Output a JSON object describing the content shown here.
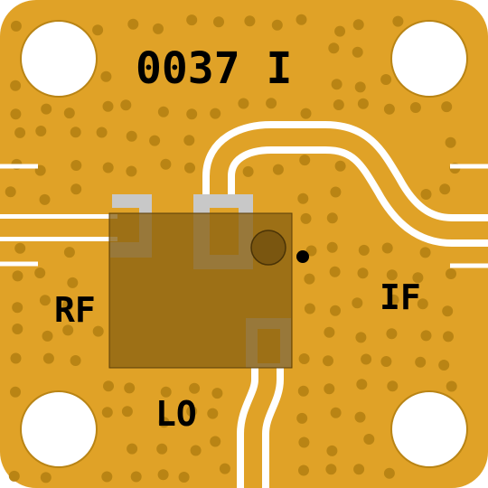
{
  "board": {
    "part_number": "0037 I",
    "ports": {
      "rf": "RF",
      "lo": "LO",
      "if": "IF"
    }
  },
  "colors": {
    "substrate": "#E0A227",
    "via": "#B98414",
    "trace": "#FFFFFF",
    "pad": "#C8C8C8",
    "chip": "#8A6212",
    "text": "#000000"
  }
}
